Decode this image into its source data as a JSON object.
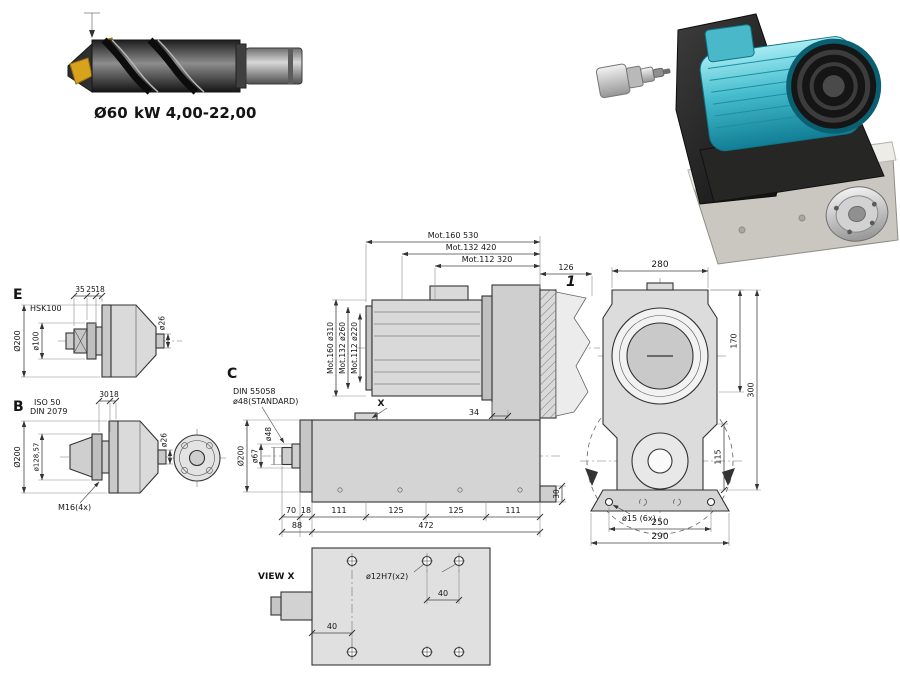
{
  "tool_photo": {
    "diameter_label": "Ø60",
    "power_label": "kW  4,00-22,00"
  },
  "section_e": {
    "label": "E",
    "spec": "HSK100",
    "dim_a": "35",
    "dim_b": "25",
    "dim_c": "18",
    "dia_outer": "Ø200",
    "dia_mid": "ø100",
    "dia_small": "ø26"
  },
  "section_b": {
    "label": "B",
    "spec_line1": "ISO  50",
    "spec_line2": "DIN 2079",
    "dim_a": "30",
    "dim_b": "18",
    "dia_outer": "Ø200",
    "dia_mid": "ø128,57",
    "dia_small": "ø26",
    "bolt_note": "M16(4x)"
  },
  "section_c": {
    "label": "C",
    "spec_line1": "DIN  55058",
    "spec_line2": "ø48(STANDARD)",
    "dia_outer": "Ø200",
    "dia_mid": "ø67",
    "dia_small": "ø48"
  },
  "side_view": {
    "mot_len_1": "Mot.160  530",
    "mot_len_2": "Mot.132  420",
    "mot_len_3": "Mot.112  320",
    "dim_flange": "126",
    "callout": "1",
    "mot_dia_1": "Mot.160  ø310",
    "mot_dia_2": "Mot.132  ø260",
    "mot_dia_3": "Mot.112  ø220",
    "x_marker": "X",
    "dim_34": "34",
    "dims_chain": [
      "70",
      "18",
      "111",
      "125",
      "125",
      "111"
    ],
    "dim_88": "88",
    "dim_472": "472",
    "dim_30": "30"
  },
  "view_x": {
    "title": "VIEW  X",
    "hole_note": "ø12H7(x2)",
    "dim_top": "40",
    "dim_left": "40"
  },
  "front_view": {
    "dim_width_top": "280",
    "dim_170": "170",
    "dim_300": "300",
    "dim_115": "115",
    "hole_note": "ø15  (6x)",
    "dim_250": "250",
    "dim_290": "290"
  }
}
